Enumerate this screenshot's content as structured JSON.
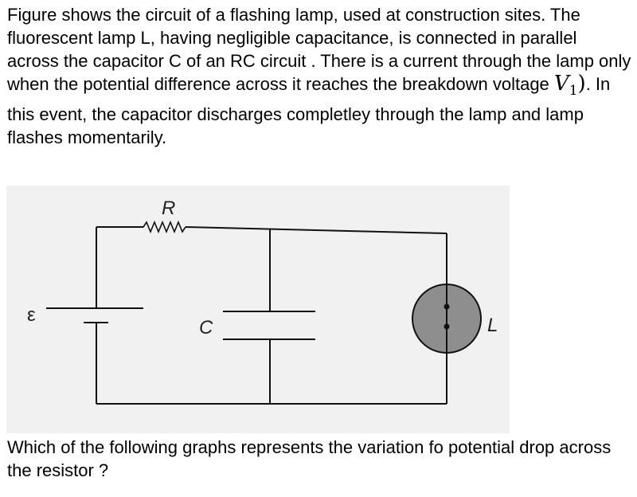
{
  "question": {
    "intro_before_symbol": "Figure shows the circuit of a flashing lamp, used at construction sites. The fluorescent lamp L, having negligible capacitance, is connected in parallel across the capacitor C of an RC circuit . There is a current through the lamp only when the potential difference across it reaches the breakdown voltage ",
    "symbol_letter": "V",
    "symbol_subscript": "1",
    "symbol_paren": ")",
    "intro_after_symbol": ". In this event, the capacitor discharges completley through the lamp and lamp flashes momentarily.",
    "prompt": "Which of the following graphs represents the variation fo potential drop across the resistor ?"
  },
  "figure": {
    "labels": {
      "resistor": "R",
      "emf": "ε",
      "capacitor": "C",
      "lamp": "L"
    }
  }
}
